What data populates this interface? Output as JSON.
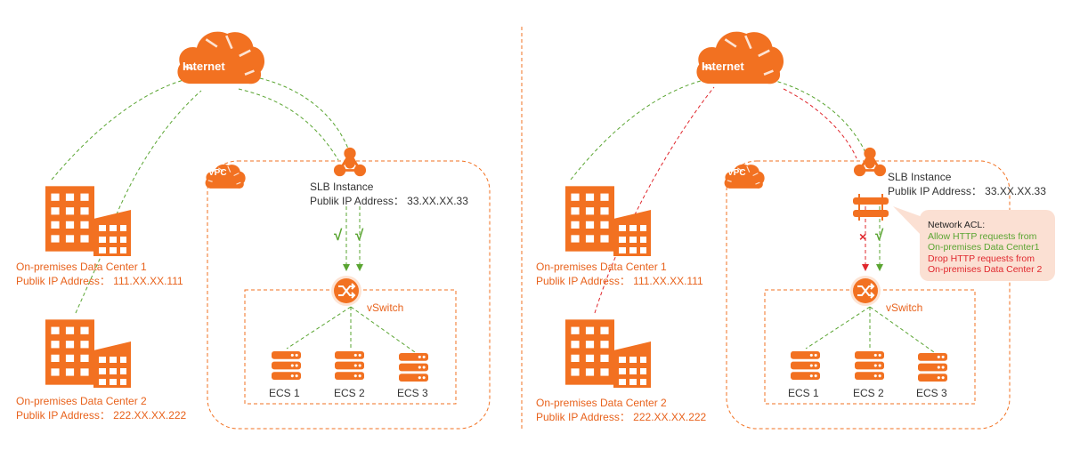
{
  "colors": {
    "orange": "#f27121",
    "text_orange": "#e8621c",
    "allow_green": "#5aa532",
    "drop_red": "#e0282e",
    "acl_bg": "#fbe0d3"
  },
  "left": {
    "internet": "Internet",
    "vpc": "VPC",
    "slb": {
      "name": "SLB Instance",
      "ip": "Publik IP Address： 33.XX.XX.33"
    },
    "dc1": {
      "name": "On-premises Data Center 1",
      "ip": "Publik IP Address： 111.XX.XX.111"
    },
    "dc2": {
      "name": "On-premises Data Center 2",
      "ip": "Publik IP Address： 222.XX.XX.222"
    },
    "checks": [
      "√",
      "√"
    ],
    "vswitch": "vSwitch",
    "ecs": [
      "ECS 1",
      "ECS 2",
      "ECS 3"
    ]
  },
  "right": {
    "internet": "Internet",
    "vpc": "VPC",
    "slb": {
      "name": "SLB Instance",
      "ip": "Publik IP Address： 33.XX.XX.33"
    },
    "dc1": {
      "name": "On-premises Data Center 1",
      "ip": "Publik IP Address： 111.XX.XX.111"
    },
    "dc2": {
      "name": "On-premises Data Center 2",
      "ip": "Publik IP Address： 222.XX.XX.222"
    },
    "blocked": "×",
    "allowed": "√",
    "acl": {
      "title": "Network ACL:",
      "allow_1": "Allow HTTP requests from",
      "allow_2": "On-premises Data Center1",
      "drop_1": "Drop HTTP requests from",
      "drop_2": "On-premises Data Center 2"
    },
    "vswitch": "vSwitch",
    "ecs": [
      "ECS 1",
      "ECS 2",
      "ECS 3"
    ]
  }
}
